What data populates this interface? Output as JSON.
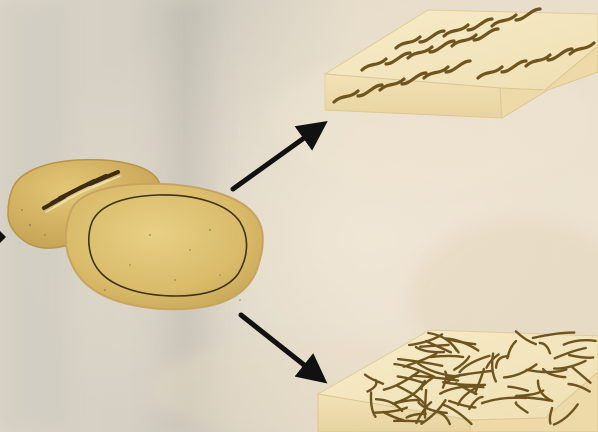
{
  "scene": {
    "type": "fiber-alignment-schematic",
    "source_object": "collagen-gel-discs",
    "outcomes": [
      "aligned-fibers-block",
      "random-fibers-block"
    ]
  },
  "colors": {
    "background_warm": "#e9dcc7",
    "background_cool": "#d8d7cf",
    "gel_fill": "#dcc173",
    "gel_edge": "#b89548",
    "block_face": "#f4e6bd",
    "block_edge": "#e3cf9c",
    "fiber": "#6e5520",
    "arrow": "#111111"
  },
  "icons": [
    "arrow-right-up-icon",
    "arrow-right-down-icon",
    "left-edge-arrow-icon"
  ]
}
